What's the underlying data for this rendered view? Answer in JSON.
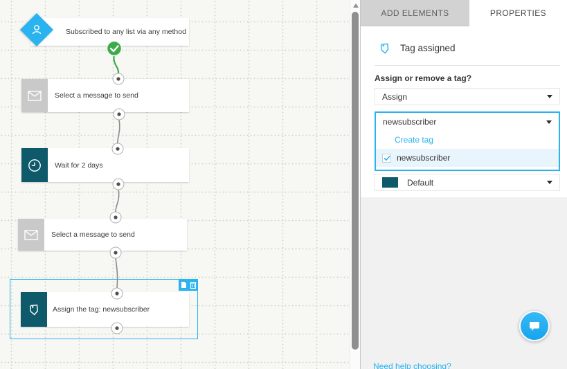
{
  "canvas": {
    "nodes": [
      {
        "type": "trigger",
        "icon": "person-icon",
        "label": "Subscribed to any list via any method",
        "status": "completed"
      },
      {
        "type": "message",
        "icon": "envelope-icon",
        "label": "Select a message to send"
      },
      {
        "type": "wait",
        "icon": "clock-icon",
        "label": "Wait for 2 days"
      },
      {
        "type": "message",
        "icon": "envelope-icon",
        "label": "Select a message to send"
      },
      {
        "type": "tag",
        "icon": "tag-icon",
        "label": "Assign the tag: newsubscriber",
        "selected": true
      }
    ]
  },
  "panel": {
    "tabs": [
      {
        "label": "ADD ELEMENTS",
        "active": false
      },
      {
        "label": "PROPERTIES",
        "active": true
      }
    ],
    "header": {
      "icon": "tag-icon",
      "title": "Tag assigned"
    },
    "question": "Assign or remove a tag?",
    "action_select": {
      "value": "Assign"
    },
    "tag_combobox": {
      "value": "newsubscriber",
      "create_option": "Create tag",
      "options": [
        {
          "label": "newsubscriber",
          "checked": true
        }
      ]
    },
    "color_select": {
      "value": "Default",
      "swatch_color": "#0f5a6a"
    },
    "help_link": "Need help choosing?"
  },
  "colors": {
    "accent_blue": "#2ab3ef",
    "teal": "#0f5a6a",
    "success_green": "#3cab49",
    "gray_icon": "#c9c9c9"
  }
}
